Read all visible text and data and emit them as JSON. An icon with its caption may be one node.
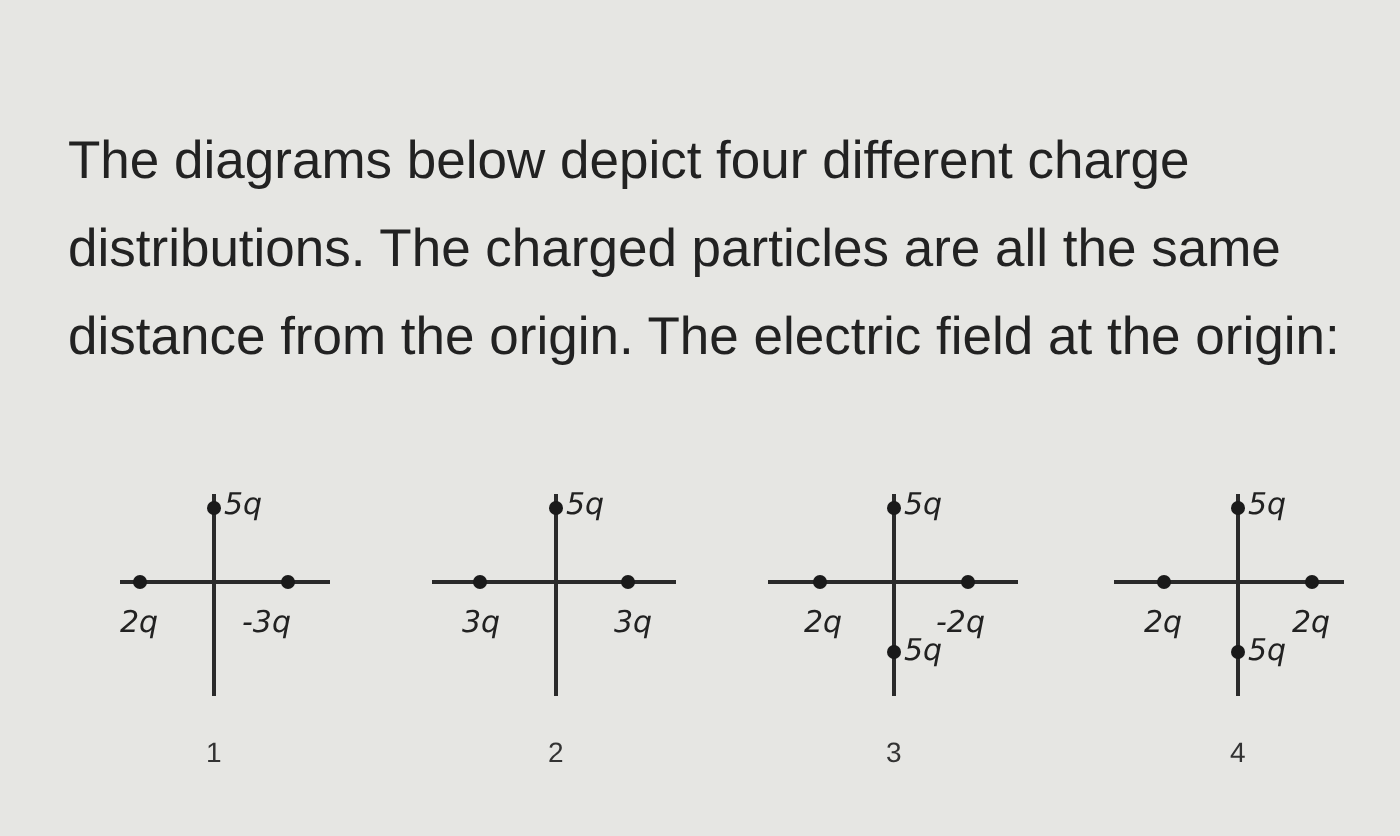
{
  "diagram": {
    "title": "The diagrams below depict four different charge distributions. The charged particles are all the same distance from the origin. The electric field at the origin:",
    "labels": [
      "5q",
      "2q",
      "-3q",
      "1",
      "5q",
      "3q",
      "3q",
      "2",
      "5q",
      "2q",
      "-2q",
      "5q",
      "3",
      "5q",
      "2q",
      "2q",
      "5q",
      "4"
    ]
  }
}
